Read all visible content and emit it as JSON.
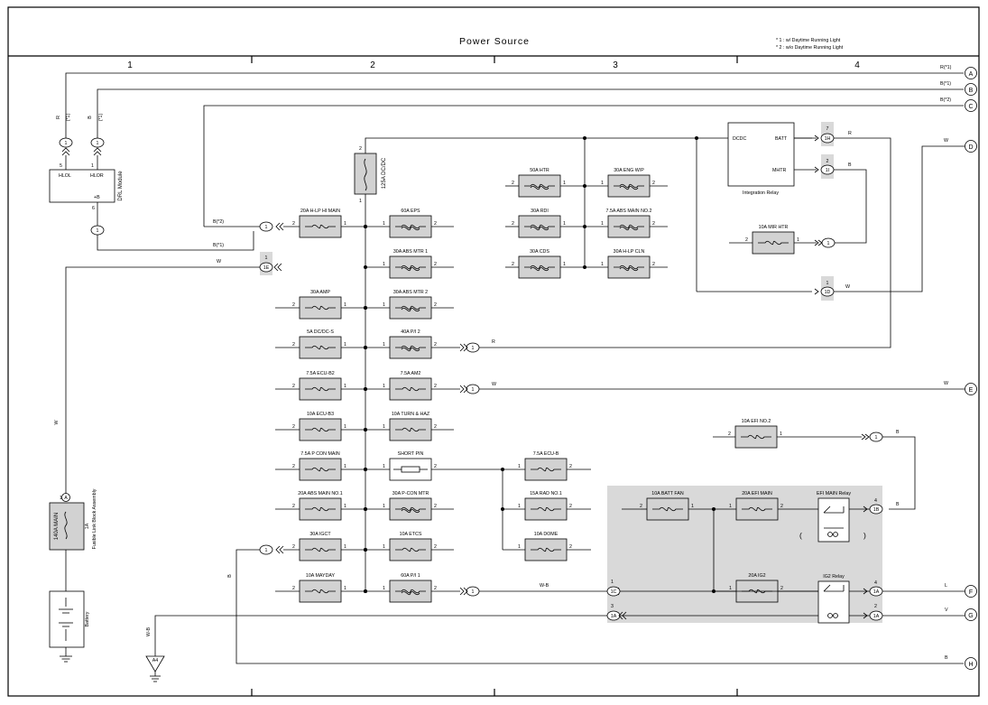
{
  "title": "Power Source",
  "notes": [
    "* 1 : w/ Daytime Running Light",
    "* 2 : w/o Daytime Running Light"
  ],
  "columns": [
    "1",
    "2",
    "3",
    "4"
  ],
  "terminals": [
    {
      "id": "A",
      "wire": "R(*1)"
    },
    {
      "id": "B",
      "wire": "B(*1)"
    },
    {
      "id": "C",
      "wire": "B(*2)"
    },
    {
      "id": "D",
      "wire": "W"
    },
    {
      "id": "E",
      "wire": "W"
    },
    {
      "id": "F",
      "wire": "L"
    },
    {
      "id": "G",
      "wire": "V"
    },
    {
      "id": "H",
      "wire": "B"
    }
  ],
  "left_column": {
    "drl_module": {
      "name": "DRL Module",
      "pin_left": "HLOL",
      "pin_right": "HLOR",
      "plus_b": "+B",
      "pin_5": "5",
      "pin_1": "1",
      "pin_6": "6"
    },
    "drl_wire_r": "R",
    "drl_wire_b": "B",
    "drl_note": "(*1)",
    "wire_b2": "B(*2)",
    "wire_b1": "B(*1)",
    "wire_w": "W",
    "fusible_link": {
      "name": "Fusible Link Block Assembly",
      "fuse": "140A MAIN",
      "code": "1A",
      "pin": "1",
      "connector": "A"
    },
    "battery": "Battery",
    "ground_a4": "A4",
    "wire_wb": "W-B",
    "wire_b_vertical": "B"
  },
  "dcdc_fuse": {
    "label": "125A DC/DC",
    "pin_top": "2",
    "pin_bottom": "1"
  },
  "fuses_left": [
    "20A H-LP HI MAIN",
    "30A AMP",
    "5A DC/DC-S",
    "7.5A ECU-B2",
    "10A ECU-B3",
    "7.5A P CON MAIN",
    "20A ABS MAIN NO.1",
    "30A IGCT",
    "10A MAYDAY"
  ],
  "fuses_mid": [
    "60A EPS",
    "30A ABS MTR 1",
    "30A ABS MTR 2",
    "40A P/I 2",
    "7.5A AM2",
    "10A TURN & HAZ",
    "SHORT PIN",
    "30A P-CON MTR",
    "10A ETCS",
    "60A P/I 1"
  ],
  "fuses_right_a": [
    "50A HTR",
    "30A RDI",
    "30A CDS"
  ],
  "fuses_right_b": [
    "30A ENG W/P",
    "7.5A ABS MAIN NO.2",
    "30A H-LP CLN"
  ],
  "fuses_lower": [
    "7.5A ECU-B",
    "15A RAD NO.1",
    "10A DOME"
  ],
  "integration_relay": {
    "name": "Integration Relay",
    "dcdc": "DCDC",
    "batt": "BATT",
    "mhtr": "MHTR"
  },
  "fuse_mir": "10A MIR HTR",
  "fuse_efi2": "10A EFI NO.2",
  "engine_room_box": {
    "batt_fan": "10A BATT FAN",
    "efi_main": "20A EFI MAIN",
    "ig2": "20A IG2",
    "efi_relay": "EFI MAIN Relay",
    "ig2_relay": "IG2 Relay"
  },
  "connectors": {
    "c1H": "1H",
    "c1I": "1I",
    "c1D": "1D",
    "c1E": "1E",
    "c1B": "1B",
    "c1C": "1C",
    "c1A": "1A",
    "one": "1",
    "two": "2",
    "three": "3",
    "four": "4",
    "seven": "7"
  },
  "wire_colors": {
    "R": "R",
    "B": "B",
    "W": "W",
    "L": "L",
    "V": "V",
    "WB": "W-B"
  },
  "colors": {
    "line": "#000000",
    "shade": "#d9d9d9",
    "fuse_box": "#d2d2d2"
  }
}
